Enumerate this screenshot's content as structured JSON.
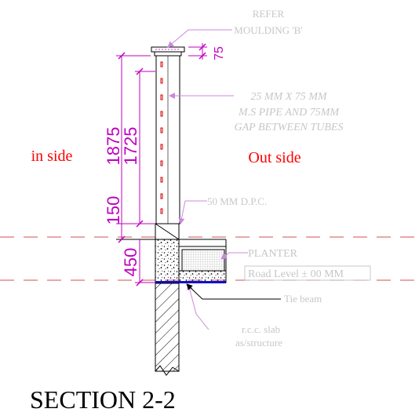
{
  "colors": {
    "outline": "#000000",
    "annotation": "#c7c7c7",
    "magenta": "#c000c0",
    "leader": "#cc88dd",
    "red": "#ff0000",
    "blue": "#1010cc",
    "dash": "#d05050"
  },
  "labels": {
    "refer_line1": "REFER",
    "refer_line2": "MOULDING 'B'",
    "pipe_line1": "25 MM X 75 MM",
    "pipe_line2": "M.S PIPE AND 75MM",
    "pipe_line3": "GAP BETWEEN TUBES",
    "in_side": "in side",
    "out_side": "Out side",
    "dpc": "50 MM D.P.C.",
    "planter": "PLANTER",
    "road_level": "Road Level ± 00 MM",
    "tie_beam": "Tie beam",
    "slab_line1": "r.c.c. slab",
    "slab_line2": "as/structure",
    "section_title": "SECTION 2-2"
  },
  "dimensions": {
    "d75": "75",
    "d1875": "1875",
    "d1725": "1725",
    "d150": "150",
    "d450": "450"
  }
}
